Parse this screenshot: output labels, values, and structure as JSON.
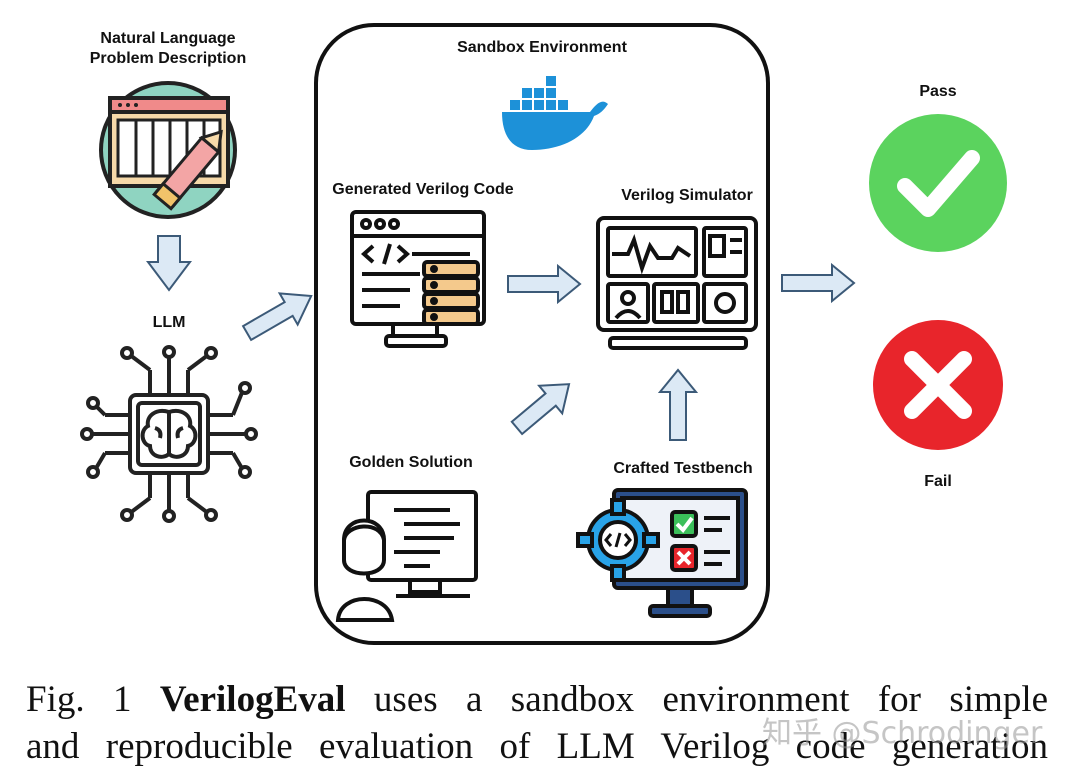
{
  "labels": {
    "problem_line1": "Natural Language",
    "problem_line2": "Problem Description",
    "llm": "LLM",
    "sandbox": "Sandbox Environment",
    "generated_code": "Generated Verilog Code",
    "simulator": "Verilog Simulator",
    "golden": "Golden Solution",
    "testbench": "Crafted Testbench",
    "pass": "Pass",
    "fail": "Fail"
  },
  "caption": {
    "fig_label": "Fig. 1",
    "bold_term": "VerilogEval",
    "line1_rest": "uses a sandbox environment for simple",
    "line2": "and reproducible evaluation of LLM Verilog code generation"
  },
  "watermark": "知乎 @Schrodinger",
  "colors": {
    "arrow_fill": "#dce9f5",
    "arrow_stroke": "#3c5a78",
    "pass_green": "#5bd35e",
    "fail_red": "#e8252b",
    "docker_blue": "#1d91d8",
    "teal_circle": "#8fd4c1",
    "monitor_blue": "#2b4f8a"
  },
  "icons": [
    "document-pencil-icon",
    "ai-chip-brain-icon",
    "docker-whale-icon",
    "code-monitor-icon",
    "simulator-dashboard-icon",
    "developer-person-icon",
    "testbench-gear-checklist-icon",
    "check-mark-icon",
    "cross-mark-icon"
  ]
}
